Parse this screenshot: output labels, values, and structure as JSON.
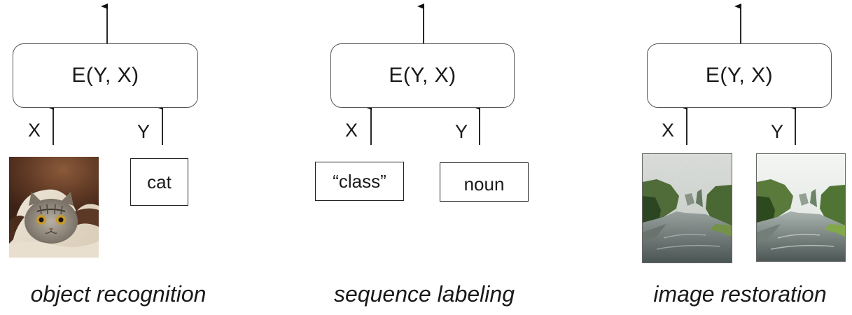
{
  "panels": [
    {
      "energy": "E(Y, X)",
      "x_label": "X",
      "y_label": "Y",
      "y_text": "cat",
      "caption": "object recognition"
    },
    {
      "energy": "E(Y, X)",
      "x_label": "X",
      "y_label": "Y",
      "x_text": "“class”",
      "y_text": "noun",
      "caption": "sequence labeling"
    },
    {
      "energy": "E(Y, X)",
      "x_label": "X",
      "y_label": "Y",
      "caption": "image restoration"
    }
  ],
  "images": {
    "cat_photo": "cat peeking from under a blanket",
    "noisy_photo": "noisy canyon river landscape",
    "clean_photo": "clean canyon river landscape"
  }
}
